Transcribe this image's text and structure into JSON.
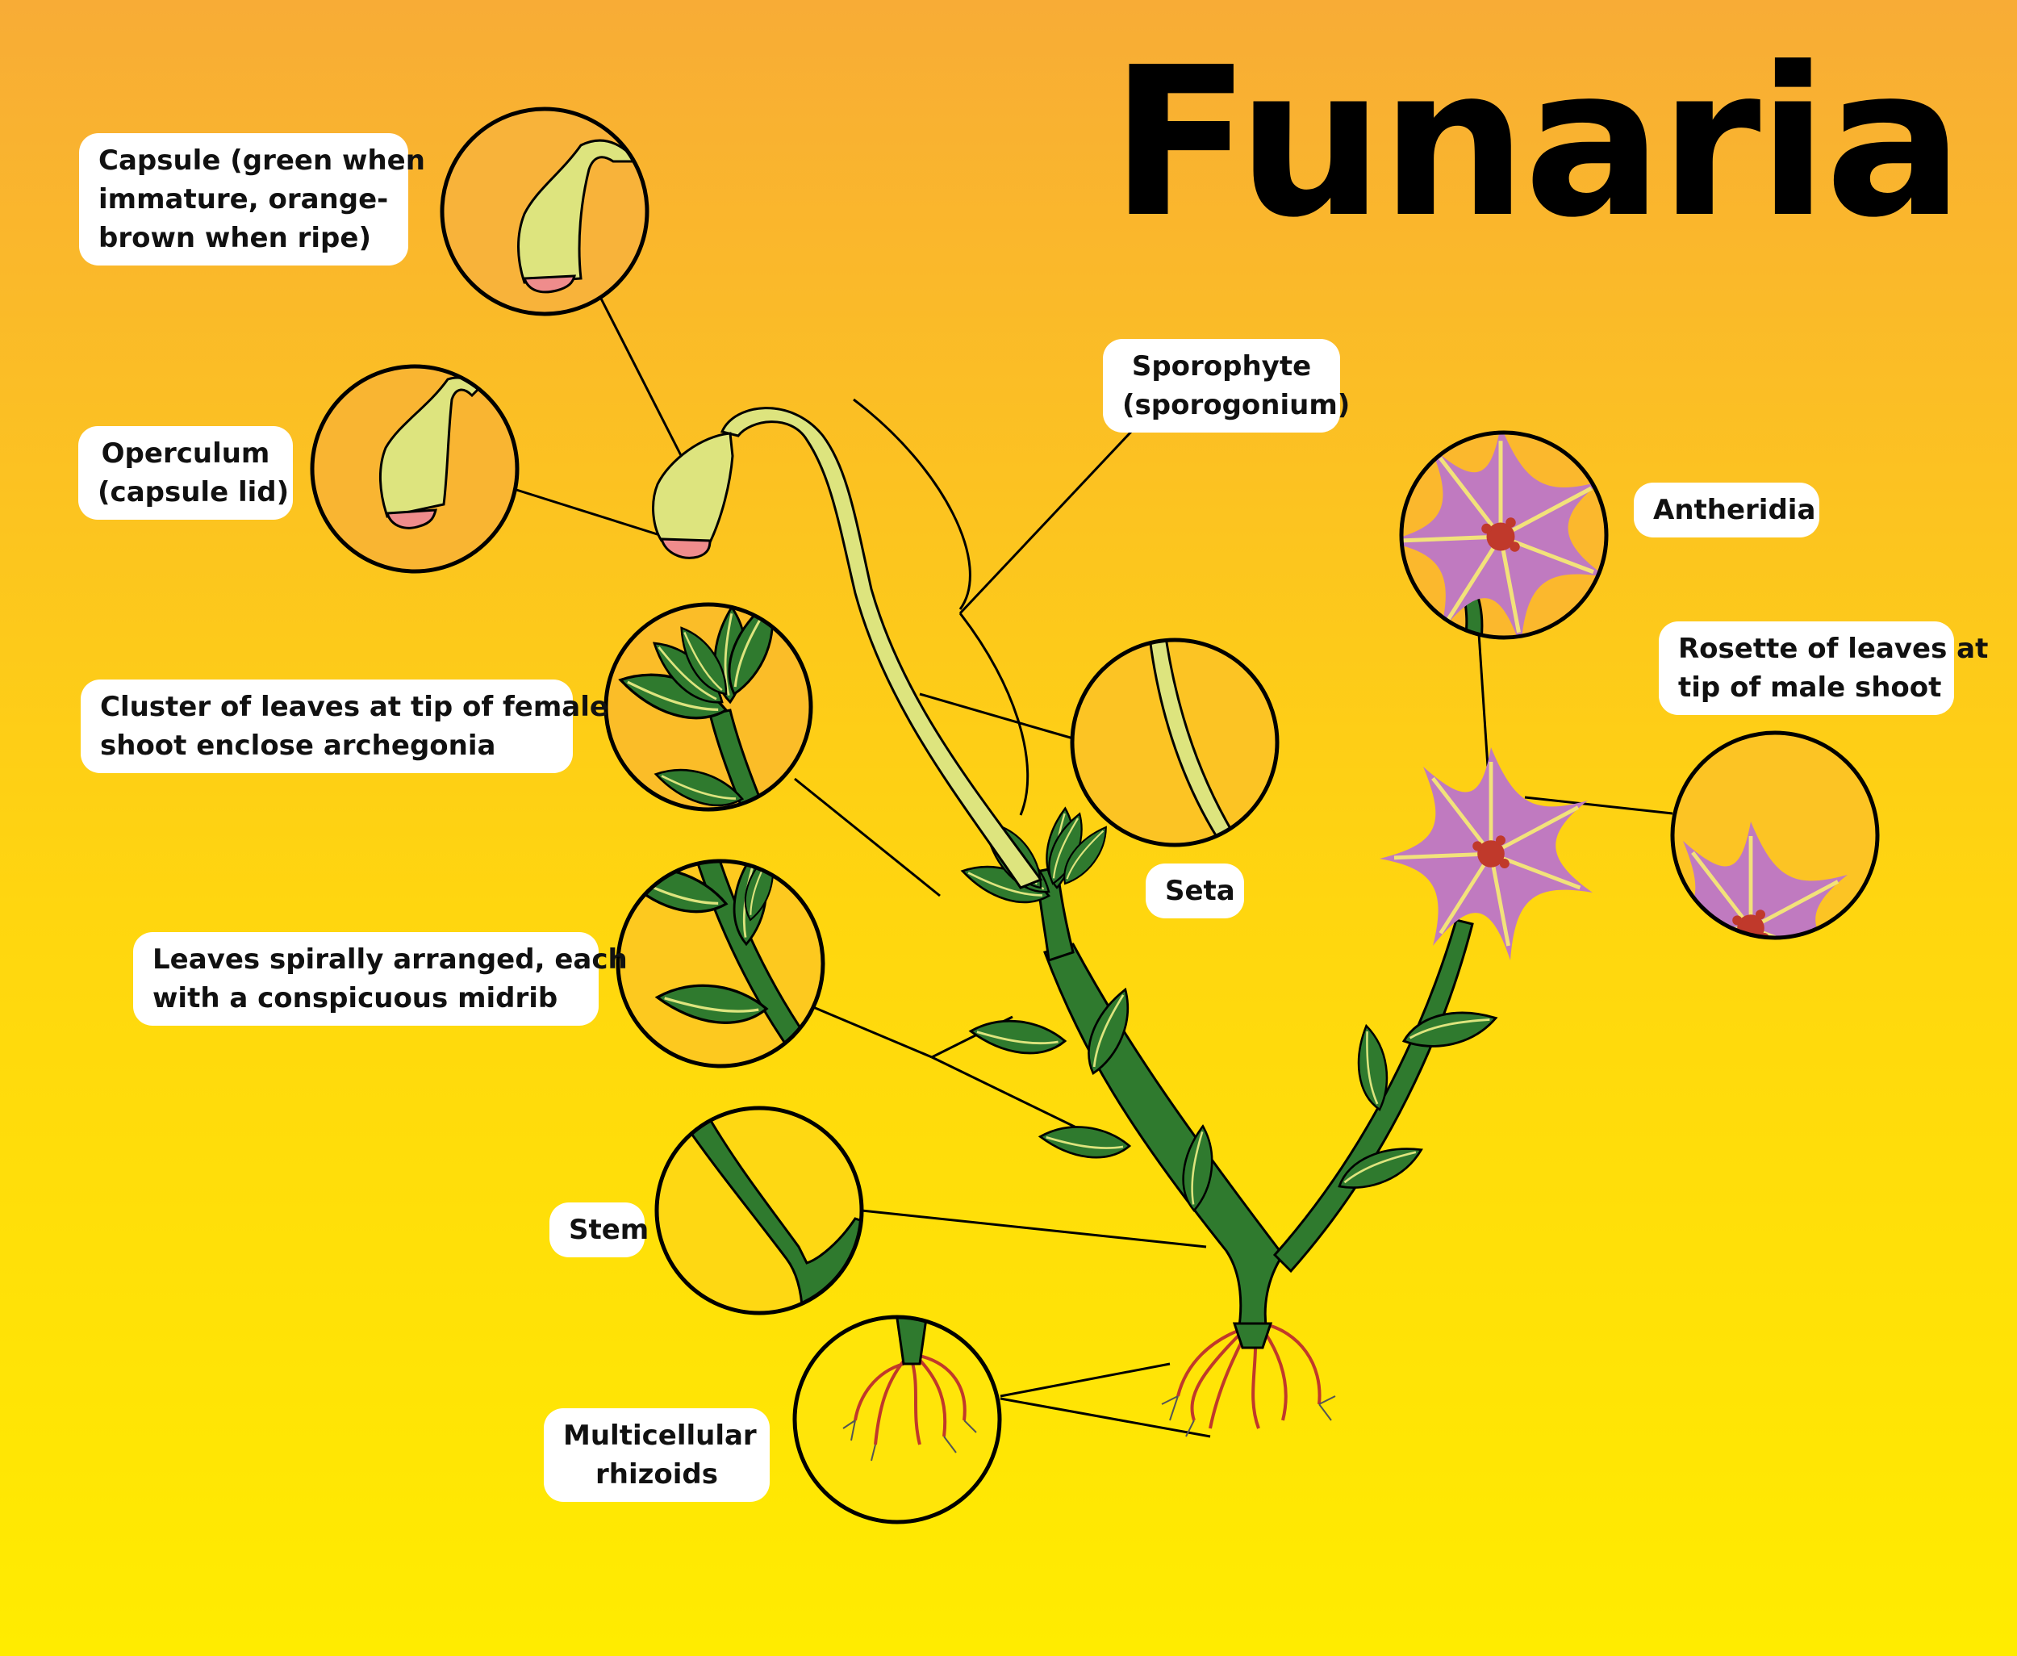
{
  "title": "Funaria",
  "colors": {
    "bg_top": "#f8ac36",
    "bg_bottom": "#ffec00",
    "stem": "#2f7a2e",
    "leaf": "#2f7a2e",
    "sporophyte": "#dde47e",
    "operculum": "#ef8c8c",
    "rosette": "#c07ac0",
    "rhizoid": "#c0392b",
    "outline": "#000000"
  },
  "labels": {
    "capsule": [
      "Capsule (green when",
      "immature, orange-",
      "brown when ripe)"
    ],
    "operculum": [
      "Operculum",
      "(capsule lid)"
    ],
    "cluster": [
      "Cluster of leaves at tip of female",
      "shoot enclose archegonia"
    ],
    "leaves": [
      "Leaves spirally arranged, each",
      "with a conspicuous midrib"
    ],
    "stem": [
      "Stem"
    ],
    "rhizoids": [
      "Multicellular",
      "rhizoids"
    ],
    "sporophyte": [
      "Sporophyte",
      "(sporogonium)"
    ],
    "seta": [
      "Seta"
    ],
    "antheridia": [
      "Antheridia"
    ],
    "rosette": [
      "Rosette of leaves at",
      "tip of male shoot"
    ]
  }
}
